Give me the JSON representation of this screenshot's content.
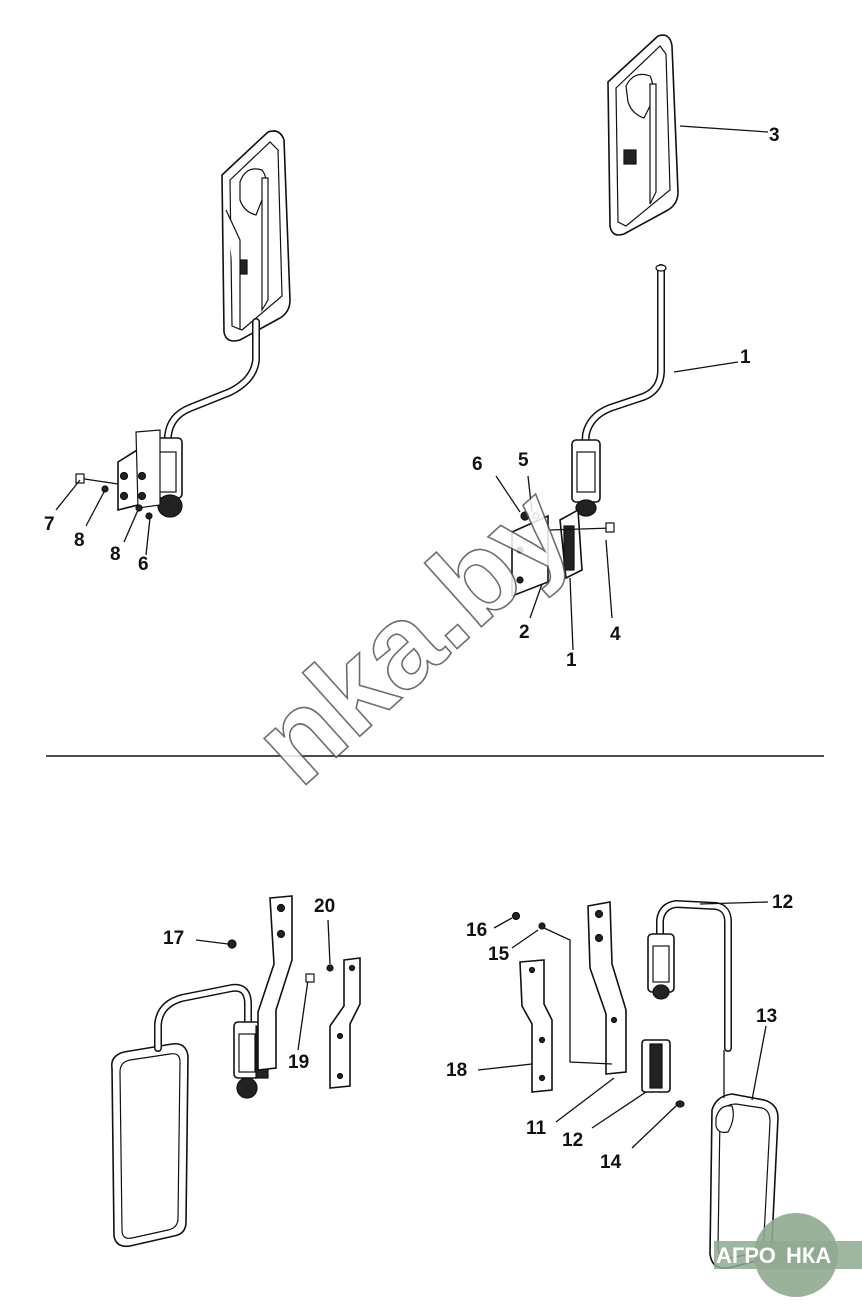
{
  "watermark": "nka.by",
  "logo": {
    "left": "АГРО",
    "right": "НКА",
    "color": "#8fa98f"
  },
  "top_left_assembly": {
    "callouts": [
      "7",
      "8",
      "8",
      "6"
    ]
  },
  "top_right_assembly": {
    "callouts": [
      "3",
      "1",
      "6",
      "5",
      "2",
      "1",
      "4"
    ]
  },
  "bottom_left_assembly": {
    "callouts": [
      "17",
      "20",
      "19"
    ]
  },
  "bottom_right_assembly": {
    "callouts": [
      "12",
      "16",
      "15",
      "13",
      "18",
      "11",
      "12",
      "14"
    ]
  }
}
